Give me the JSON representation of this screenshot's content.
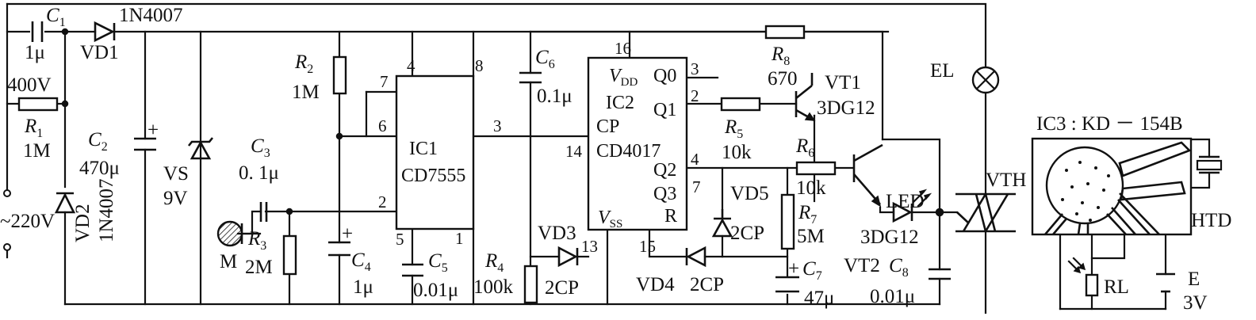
{
  "labels": {
    "c1": "C",
    "c1_sub": "1",
    "c1_val": "1μ",
    "vd1_type": "1N4007",
    "vd1": "VD1",
    "r1_volt": "400V",
    "r1": "R",
    "r1_sub": "1",
    "r1_val": "1M",
    "mains": "~220V",
    "vd2": "VD2",
    "vd2_type": "1N4007",
    "c2": "C",
    "c2_sub": "2",
    "c2_val": "470μ",
    "vs": "VS",
    "vs_val": "9V",
    "r2": "R",
    "r2_sub": "2",
    "r2_val": "1M",
    "c3": "C",
    "c3_sub": "3",
    "c3_val": "0. 1μ",
    "mic": "M",
    "r3": "R",
    "r3_sub": "3",
    "r3_val": "2M",
    "c4": "C",
    "c4_sub": "4",
    "c4_val": "1μ",
    "c5": "C",
    "c5_sub": "5",
    "c5_val": "0.01μ",
    "ic1_name": "IC1",
    "ic1_type": "CD7555",
    "c6": "C",
    "c6_sub": "6",
    "c6_val": "0.1μ",
    "r4": "R",
    "r4_sub": "4",
    "r4_val": "100k",
    "vd3": "VD3",
    "vd3_type": "2CP",
    "ic2_vdd": "V",
    "ic2_vdd_sub": "DD",
    "ic2_q0": "Q0",
    "ic2_name": "IC2",
    "ic2_q1": "Q1",
    "ic2_cp": "CP",
    "ic2_type": "CD4017",
    "ic2_q2": "Q2",
    "ic2_q3": "Q3",
    "ic2_vss": "V",
    "ic2_vss_sub": "SS",
    "ic2_r": "R",
    "vd4": "VD4",
    "vd4_type": "2CP",
    "r8": "R",
    "r8_sub": "8",
    "r8_val": "670",
    "vt1": "VT1",
    "vt1_type": "3DG12",
    "r5": "R",
    "r5_sub": "5",
    "r5_val": "10k",
    "r6": "R",
    "r6_sub": "6",
    "r6_val": "10k",
    "vd5": "VD5",
    "vd5_type": "2CP",
    "r7": "R",
    "r7_sub": "7",
    "r7_val": "5M",
    "led": "LED",
    "vt2_type": "3DG12",
    "c7": "C",
    "c7_sub": "7",
    "c7_val": "47μ",
    "vt2": "VT2",
    "c8": "C",
    "c8_sub": "8",
    "c8_val": "0.01μ",
    "el": "EL",
    "vth": "VTH",
    "ic3": "IC3 : KD － 154B",
    "htd": "HTD",
    "rl": "RL",
    "e": "E",
    "e_val": "3V",
    "plus": "+"
  },
  "pins": {
    "ic1": [
      "4",
      "8",
      "7",
      "6",
      "3",
      "2",
      "5",
      "1"
    ],
    "ic2": [
      "16",
      "3",
      "2",
      "14",
      "4",
      "7",
      "13",
      "15"
    ]
  }
}
